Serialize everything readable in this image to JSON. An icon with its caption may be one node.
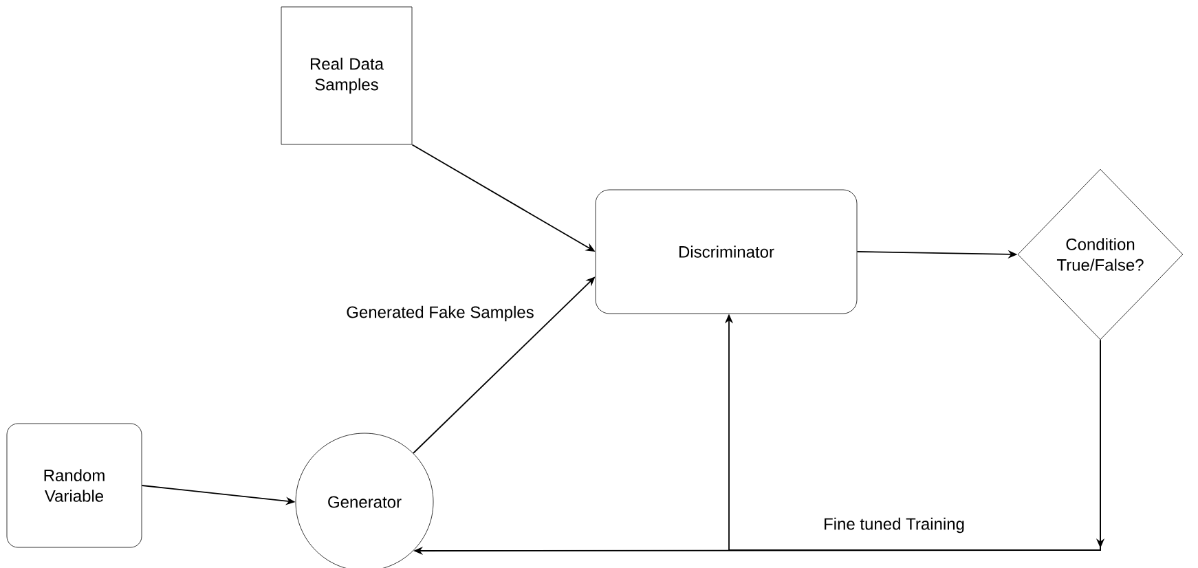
{
  "diagram": {
    "nodes": [
      {
        "text": [
          "Real Data Samples"
        ]
      },
      {
        "text": [
          "Discriminator"
        ]
      },
      {
        "text": [
          "Condition True/False?"
        ]
      },
      {
        "text": [
          "Random Variable"
        ]
      },
      {
        "text": [
          "Generator"
        ]
      }
    ],
    "edges": [
      {
        "from": 0,
        "to": 1,
        "arrow": "to"
      },
      {
        "from": 4,
        "to": 1,
        "arrow": "to",
        "label": "Generated Fake Samples"
      },
      {
        "from": 1,
        "to": 2,
        "arrow": "to"
      },
      {
        "from": 3,
        "to": 4,
        "arrow": "to"
      },
      {
        "from": 2,
        "to": 4,
        "arrow": "to",
        "label": "Fine tuned Training"
      },
      {
        "from": 2,
        "to": 1,
        "arrow": "to"
      }
    ]
  }
}
